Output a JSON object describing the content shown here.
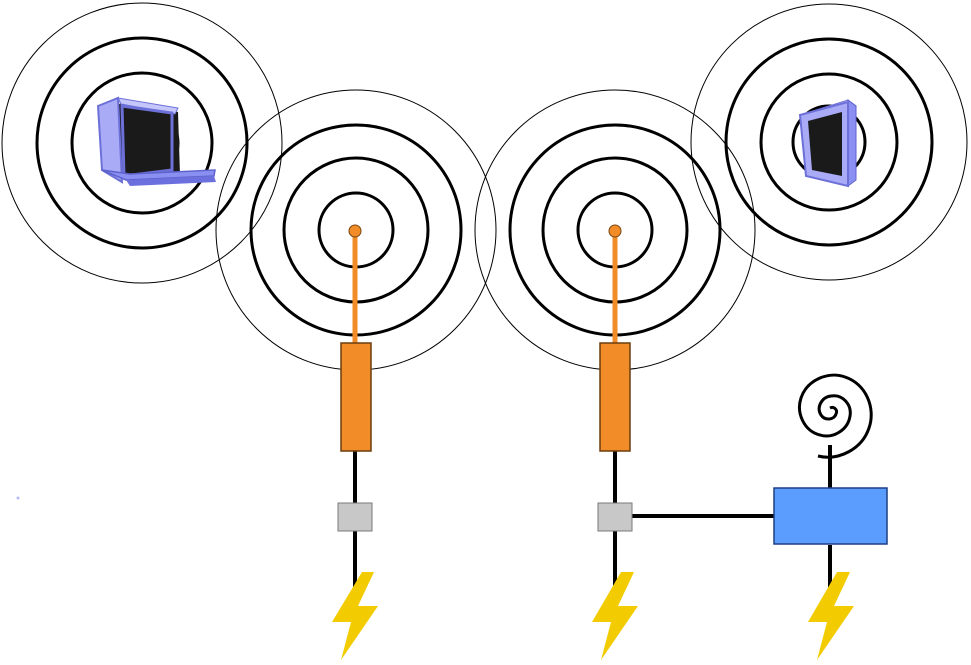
{
  "diagram": {
    "devices": [
      {
        "id": "laptop",
        "icon": "laptop-icon"
      },
      {
        "id": "monitor",
        "icon": "monitor-icon"
      }
    ],
    "access_points": [
      {
        "id": "ap-left",
        "icon": "antenna-icon"
      },
      {
        "id": "ap-right",
        "icon": "antenna-icon"
      }
    ],
    "injectors": [
      {
        "id": "injector-left",
        "icon": "connector-box-icon"
      },
      {
        "id": "injector-right",
        "icon": "connector-box-icon"
      }
    ],
    "bridge": {
      "id": "bridge-device",
      "icon": "device-box-icon",
      "antenna": "spiral-antenna-icon"
    },
    "power_sources": [
      {
        "id": "power-left",
        "icon": "lightning-bolt-icon"
      },
      {
        "id": "power-middle",
        "icon": "lightning-bolt-icon"
      },
      {
        "id": "power-right",
        "icon": "lightning-bolt-icon"
      }
    ],
    "colors": {
      "antenna": "#f28c28",
      "injector": "#c8c8c8",
      "bridge": "#5b9dff",
      "bolt": "#f2cc00",
      "device_frame": "#8a8ff2",
      "screen": "#1a1a1a",
      "line": "#000000"
    }
  }
}
